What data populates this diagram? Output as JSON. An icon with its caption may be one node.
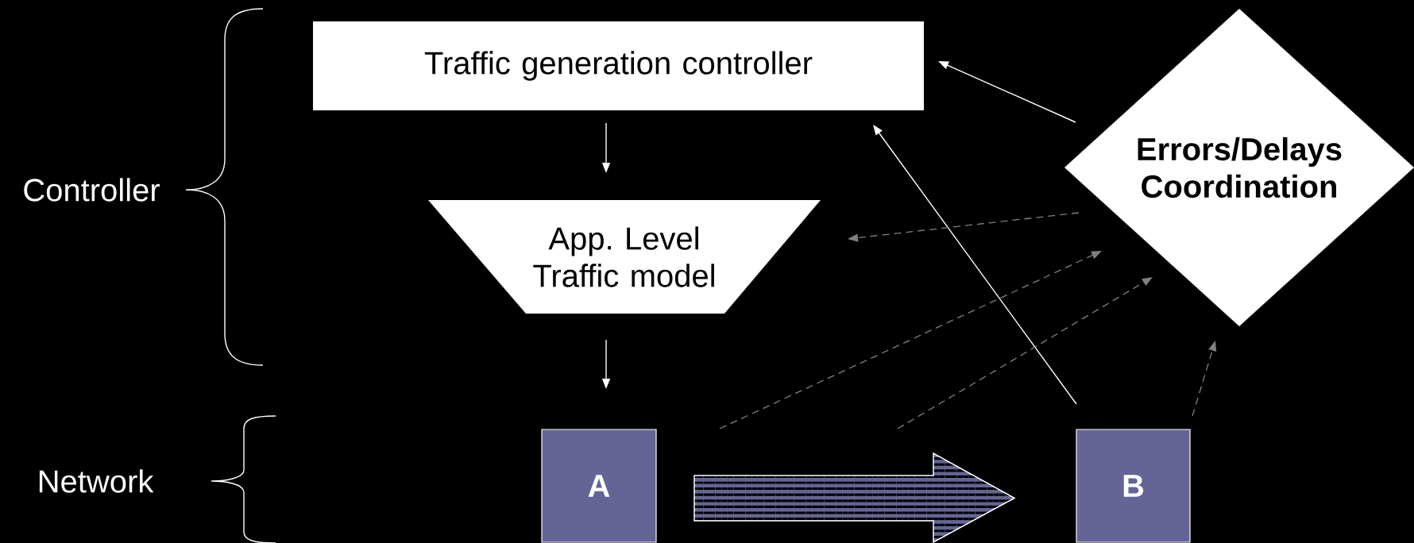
{
  "diagram": {
    "nodes": [
      {
        "text": [
          "Traffic generation controller"
        ]
      },
      {
        "text": [
          "App. Level Traffic model"
        ]
      },
      {
        "text": [
          "Errors/Delays Coordination"
        ]
      },
      {
        "text": [
          "A"
        ]
      },
      {
        "text": [
          "B"
        ]
      }
    ],
    "edges": [
      {
        "from": 0,
        "to": 1,
        "arrow": "to"
      },
      {
        "from": 1,
        "to": 3,
        "arrow": "to"
      },
      {
        "from": 3,
        "to": 4,
        "arrow": "to",
        "style": "thick",
        "color": "#646496"
      },
      {
        "from": 2,
        "to": 0,
        "arrow": "to"
      },
      {
        "from": 4,
        "to": 0,
        "arrow": "to"
      },
      {
        "from": 2,
        "to": 1,
        "arrow": "to",
        "style": "dashed",
        "color": "#808080"
      },
      {
        "from": 3,
        "to": 2,
        "arrow": "to",
        "style": "dashed",
        "color": "#808080"
      },
      {
        "from": null,
        "to": 2,
        "arrow": "to",
        "style": "dashed",
        "color": "#808080"
      },
      {
        "from": 4,
        "to": 2,
        "arrow": "to",
        "style": "dashed",
        "color": "#808080"
      }
    ],
    "labels": [
      "Controller",
      "Network"
    ]
  }
}
